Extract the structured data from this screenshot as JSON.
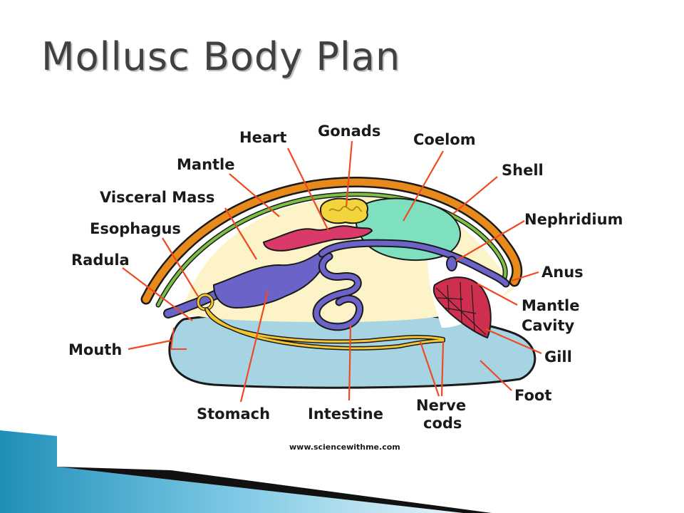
{
  "slide": {
    "title": "Mollusc Body Plan"
  },
  "labels": {
    "heart": "Heart",
    "gonads": "Gonads",
    "coelom": "Coelom",
    "shell": "Shell",
    "mantle": "Mantle",
    "visceral_mass": "Visceral Mass",
    "esophagus": "Esophagus",
    "nephridium": "Nephridium",
    "radula": "Radula",
    "anus": "Anus",
    "mantle_cavity_line1": "Mantle",
    "mantle_cavity_line2": "Cavity",
    "mouth": "Mouth",
    "gill": "Gill",
    "foot": "Foot",
    "stomach": "Stomach",
    "intestine": "Intestine",
    "nerve_cords_line1": "Nerve",
    "nerve_cords_line2": "cods"
  },
  "credit": "www.sciencewithme.com",
  "colors": {
    "shell": "#e8891c",
    "mantle": "#7bc043",
    "visceral": "#fdf3c9",
    "foot": "#a6d4e3",
    "gut": "#6c63c9",
    "heart": "#d93a6a",
    "gonads": "#f2d43c",
    "coelom": "#7fe0c0",
    "gill": "#cf2f4f",
    "nerve": "#f4c431",
    "leader": "#f04a22",
    "title": "#404040"
  }
}
